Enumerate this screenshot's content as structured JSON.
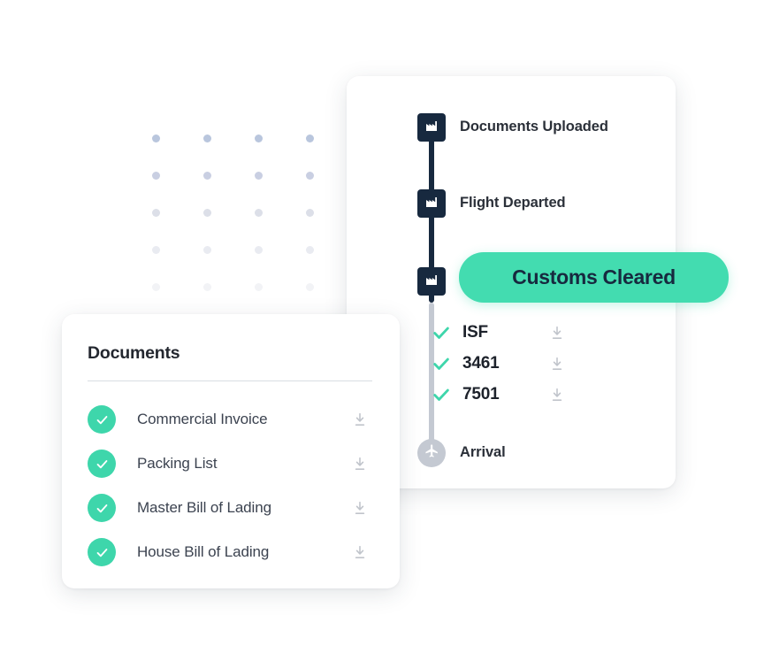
{
  "page": {
    "background": "#ffffff",
    "accent_green": "#43dcb0",
    "accent_navy": "#17293f",
    "muted_grey": "#c4c9d2",
    "text_dark": "#2b3039"
  },
  "decor": {
    "dot_grid": {
      "name": "dot-grid",
      "columns": 4,
      "rows": 5,
      "col_spacing": 58,
      "row_spacing": 42,
      "dot_size": 9,
      "row_colors": [
        "#b9c6dd",
        "#c9cfe2",
        "#dcdfe8",
        "#e9ebf1",
        "#f2f3f6"
      ]
    }
  },
  "timeline_card": {
    "name": "shipment-timeline-card",
    "steps": [
      {
        "label": "Documents Uploaded",
        "icon": "factory-icon",
        "state": "complete",
        "node_style": "square-navy"
      },
      {
        "label": "Flight Departed",
        "icon": "factory-icon",
        "state": "complete",
        "node_style": "square-navy"
      },
      {
        "label": "Customs Cleared",
        "icon": "factory-icon",
        "state": "current",
        "node_style": "square-navy"
      },
      {
        "label": "Arrival",
        "icon": "airplane-icon",
        "state": "pending",
        "node_style": "circle-grey"
      }
    ],
    "highlight_pill": {
      "label": "Customs Cleared",
      "background": "#43dcb0",
      "text_color": "#17293f"
    },
    "customs_documents": [
      {
        "name": "ISF",
        "status_icon": "check-icon",
        "action_icon": "download-icon"
      },
      {
        "name": "3461",
        "status_icon": "check-icon",
        "action_icon": "download-icon"
      },
      {
        "name": "7501",
        "status_icon": "check-icon",
        "action_icon": "download-icon"
      }
    ]
  },
  "documents_card": {
    "name": "documents-card",
    "title": "Documents",
    "items": [
      {
        "name": "Commercial Invoice",
        "status_icon": "check-circle-icon",
        "action_icon": "download-icon"
      },
      {
        "name": "Packing List",
        "status_icon": "check-circle-icon",
        "action_icon": "download-icon"
      },
      {
        "name": "Master Bill of Lading",
        "status_icon": "check-circle-icon",
        "action_icon": "download-icon"
      },
      {
        "name": "House Bill of Lading",
        "status_icon": "check-circle-icon",
        "action_icon": "download-icon"
      }
    ]
  }
}
